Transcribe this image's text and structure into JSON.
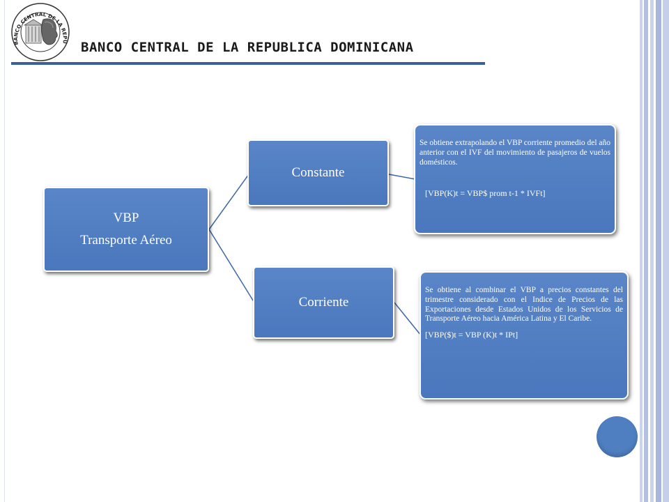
{
  "header": {
    "title": "BANCO CENTRAL DE LA REPUBLICA DOMINICANA",
    "logo_text": "BANCO CENTRAL DE LA REPUBLICA DOMINICANA"
  },
  "diagram": {
    "root": {
      "line1": "VBP",
      "line2": "Transporte Aéreo"
    },
    "branches": [
      {
        "label": "Constante",
        "description": "Se obtiene extrapolando el VBP corriente promedio del año anterior con el IVF del movimiento de pasajeros de vuelos domésticos.",
        "formula": "[VBP(K)t = VBP$ prom t-1 * IVFt]"
      },
      {
        "label": "Corriente",
        "description": "Se obtiene al combinar el VBP a precios constantes del trimestre considerado con el Indice de Precios de las Exportaciones desde Estados Unidos de los Servicios de Transporte Aéreo hacia América Latina y El Caribe.",
        "formula": "[VBP($)t = VBP (K)t * IPt]"
      }
    ]
  },
  "colors": {
    "node_fill": "#4f7fc1",
    "connector": "#3f67a8",
    "header_rule": "#3b5f9a",
    "text_dark": "#1a1a1a"
  }
}
